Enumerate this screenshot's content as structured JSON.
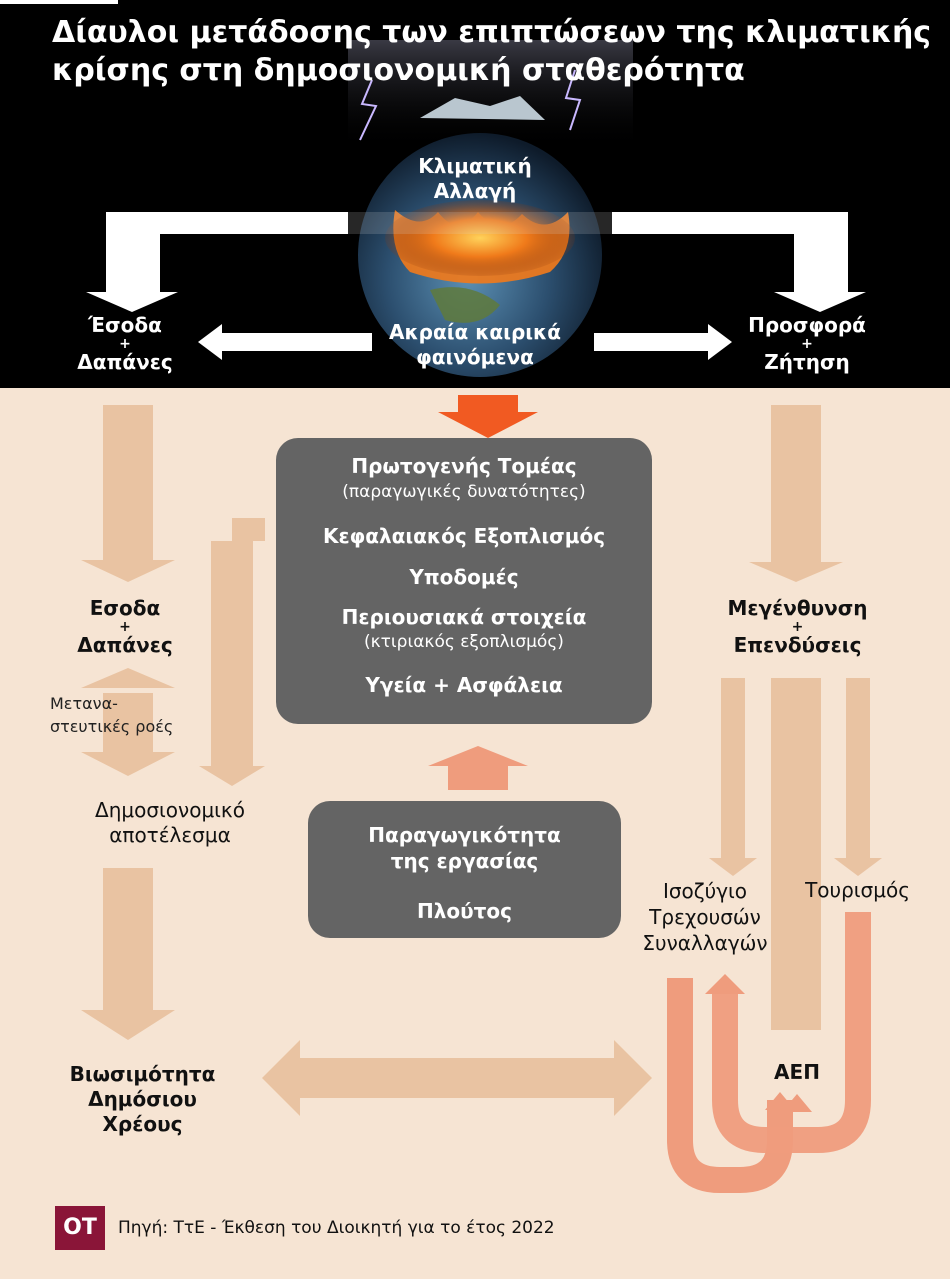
{
  "title": "Δίαυλοι μετάδοσης των επιπτώσεων της κλιματικής κρίσης στη δημοσιονομική σταθερότητα",
  "colors": {
    "background": "#f6e4d3",
    "top_band": "#000000",
    "box": "#646464",
    "arrow_light": "#e9c3a2",
    "arrow_orange": "#f15a22",
    "arrow_salmon": "#ef9c7d",
    "logo": "#8a1538"
  },
  "climate": {
    "line1": "Κλιματική",
    "line2": "Αλλαγή"
  },
  "left_top": {
    "line1": "Έσοδα",
    "plus": "+",
    "line2": "Δαπάνες"
  },
  "right_top": {
    "line1": "Προσφορά",
    "plus": "+",
    "line2": "Ζήτηση"
  },
  "extreme": {
    "line1": "Ακραία καιρικά",
    "line2": "φαινόμενα"
  },
  "primary_box": {
    "heading": "Πρωτογενής Τομέας",
    "heading_note": "(παραγωγικές δυνατότητες)",
    "capital": "Κεφαλαιακός Εξοπλισμός",
    "infra": "Υποδομές",
    "assets": "Περιουσιακά στοιχεία",
    "assets_note": "(κτιριακός εξοπλισμός)",
    "health": "Υγεία + Ασφάλεια"
  },
  "productivity_box": {
    "line1": "Παραγωγικότητα",
    "line2": "της εργασίας",
    "wealth": "Πλούτος"
  },
  "left_mid": {
    "line1": "Εσοδα",
    "plus": "+",
    "line2": "Δαπάνες"
  },
  "migration": {
    "line1": "Μετανα-",
    "line2": "στευτικές ροές"
  },
  "fiscal": {
    "line1": "Δημοσιονομικό",
    "line2": "αποτέλεσμα"
  },
  "debt": {
    "line1": "Βιωσιμότητα",
    "line2": "Δημόσιου",
    "line3": "Χρέους"
  },
  "right_mid": {
    "line1": "Μεγένθυνση",
    "plus": "+",
    "line2": "Επενδύσεις"
  },
  "current_account": {
    "line1": "Ισοζύγιο",
    "line2": "Τρεχουσών",
    "line3": "Συναλλαγών"
  },
  "tourism": "Τουρισμός",
  "gdp": "ΑΕΠ",
  "logo": "OT",
  "source": "Πηγή: ΤτΕ - Έκθεση του Διοικητή για το έτος 2022"
}
